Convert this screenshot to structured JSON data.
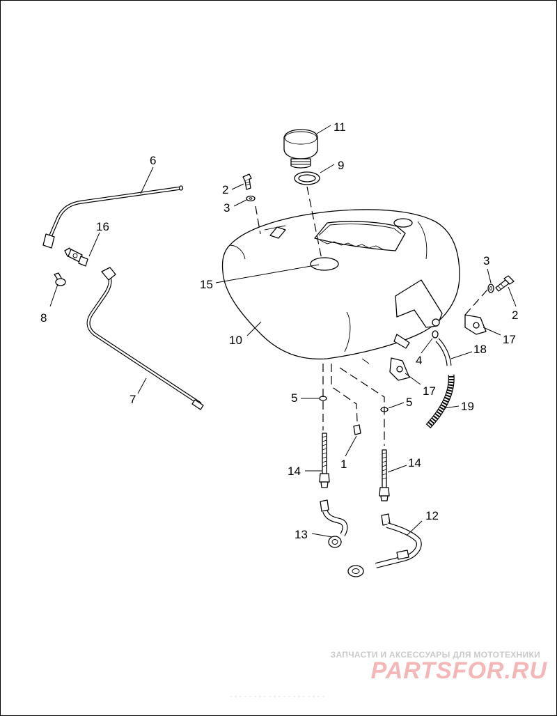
{
  "diagram": {
    "callouts": [
      {
        "id": "c11",
        "label": "11"
      },
      {
        "id": "c9",
        "label": "9"
      },
      {
        "id": "c6",
        "label": "6"
      },
      {
        "id": "c2a",
        "label": "2"
      },
      {
        "id": "c3a",
        "label": "3"
      },
      {
        "id": "c16",
        "label": "16"
      },
      {
        "id": "c15",
        "label": "15"
      },
      {
        "id": "c8",
        "label": "8"
      },
      {
        "id": "c10",
        "label": "10"
      },
      {
        "id": "c3b",
        "label": "3"
      },
      {
        "id": "c2b",
        "label": "2"
      },
      {
        "id": "c17a",
        "label": "17"
      },
      {
        "id": "c18",
        "label": "18"
      },
      {
        "id": "c4",
        "label": "4"
      },
      {
        "id": "c17b",
        "label": "17"
      },
      {
        "id": "c7",
        "label": "7"
      },
      {
        "id": "c5a",
        "label": "5"
      },
      {
        "id": "c5b",
        "label": "5"
      },
      {
        "id": "c19",
        "label": "19"
      },
      {
        "id": "c1",
        "label": "1"
      },
      {
        "id": "c14a",
        "label": "14"
      },
      {
        "id": "c14b",
        "label": "14"
      },
      {
        "id": "c12",
        "label": "12"
      },
      {
        "id": "c13",
        "label": "13"
      }
    ]
  },
  "watermark": {
    "tagline": "ЗАПЧАСТИ И АКСЕССУАРЫ ДЛЯ МОТОТЕХНИКИ",
    "logo": "PARTSFOR.RU"
  }
}
